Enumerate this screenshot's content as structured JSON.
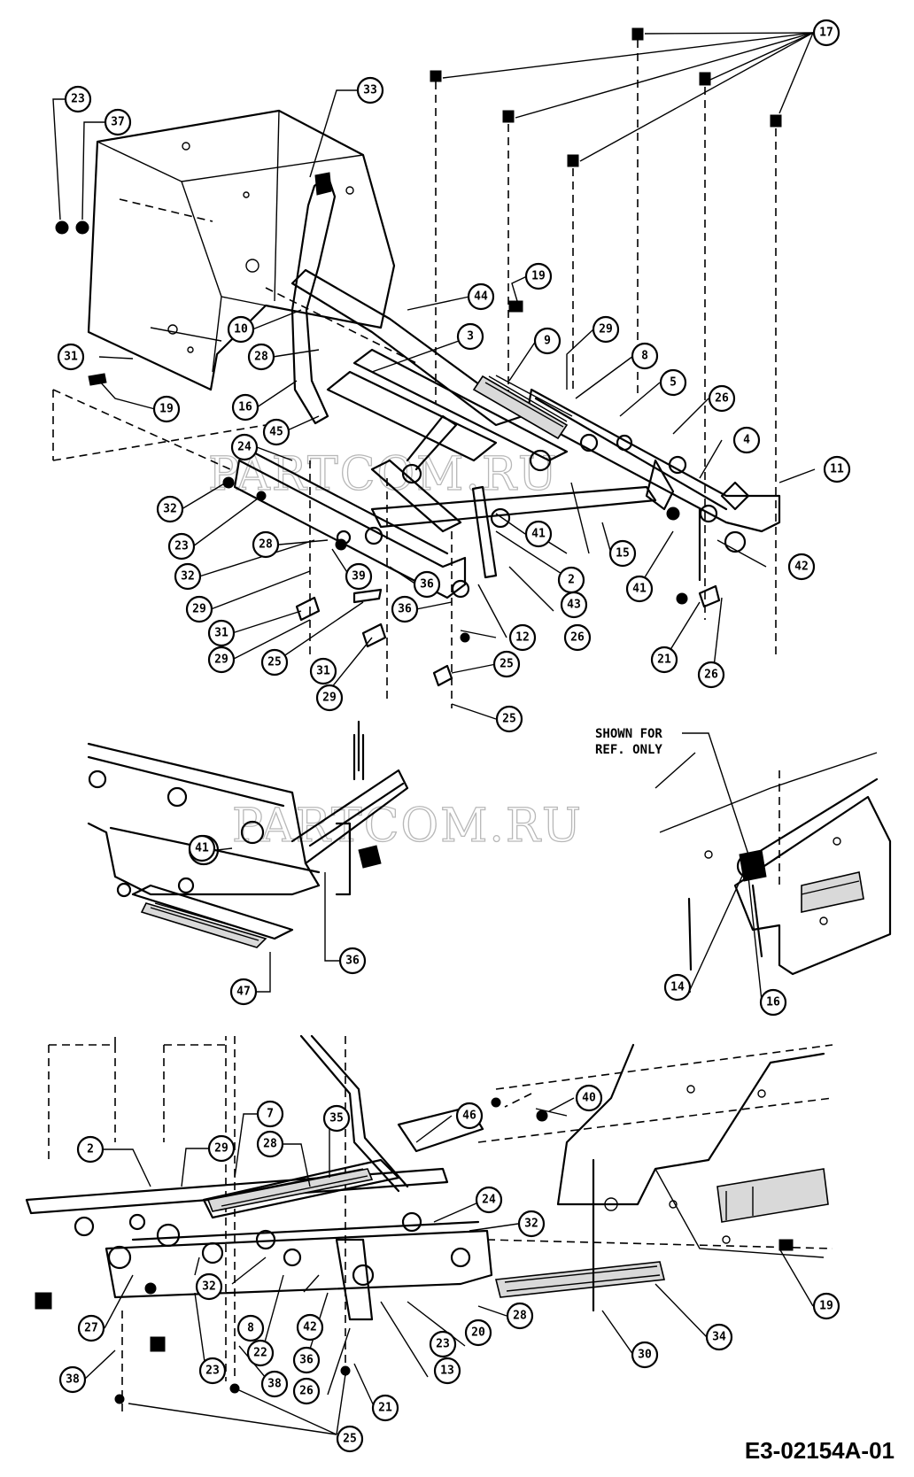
{
  "diagram_code": "E3-02154A-01",
  "note": {
    "line1": "SHOWN FOR",
    "line2": "REF. ONLY"
  },
  "watermark": "PARTCOM.RU",
  "callouts": {
    "top": [
      "17",
      "33",
      "23",
      "37",
      "19",
      "44",
      "3",
      "9",
      "29",
      "8",
      "5",
      "26",
      "10",
      "28",
      "31",
      "19",
      "16",
      "24",
      "45",
      "4",
      "11",
      "32",
      "23",
      "28",
      "32",
      "29",
      "39",
      "36",
      "2",
      "41",
      "15",
      "42",
      "43",
      "31",
      "29",
      "25",
      "12",
      "26",
      "36",
      "25",
      "31",
      "29",
      "25",
      "41",
      "21",
      "26"
    ],
    "middle": [
      "41",
      "36",
      "47",
      "14",
      "16"
    ],
    "bottom": [
      "2",
      "29",
      "7",
      "28",
      "35",
      "46",
      "40",
      "24",
      "32",
      "27",
      "32",
      "8",
      "22",
      "42",
      "36",
      "23",
      "20",
      "28",
      "13",
      "26",
      "21",
      "38",
      "23",
      "30",
      "34",
      "19",
      "38",
      "25"
    ]
  }
}
